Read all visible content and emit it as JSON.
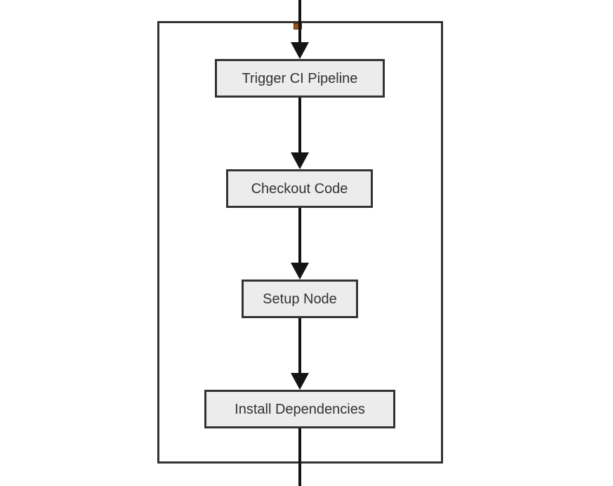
{
  "diagram": {
    "type": "flowchart",
    "direction": "top-down",
    "frame": {
      "description": "rectangular subgraph container enclosing all nodes",
      "border_color": "#333333"
    },
    "nodes": [
      {
        "id": "node-0",
        "label": "Trigger CI Pipeline"
      },
      {
        "id": "node-1",
        "label": "Checkout Code"
      },
      {
        "id": "node-2",
        "label": "Setup Node"
      },
      {
        "id": "node-3",
        "label": "Install Dependencies"
      }
    ],
    "edges": [
      {
        "from": "offscreen-top",
        "to": "Trigger CI Pipeline",
        "arrowhead": true,
        "crosses_frame": true
      },
      {
        "from": "Trigger CI Pipeline",
        "to": "Checkout Code",
        "arrowhead": true,
        "crosses_frame": false
      },
      {
        "from": "Checkout Code",
        "to": "Setup Node",
        "arrowhead": true,
        "crosses_frame": false
      },
      {
        "from": "Setup Node",
        "to": "Install Dependencies",
        "arrowhead": true,
        "crosses_frame": false
      },
      {
        "from": "Install Dependencies",
        "to": "offscreen-bottom",
        "arrowhead": false,
        "crosses_frame": true
      }
    ],
    "markers": [
      {
        "name": "edge-crossing-marker",
        "shape": "small-square",
        "color": "#96521d",
        "location": "where top edge crosses frame top border"
      }
    ],
    "colors": {
      "background": "#ffffff",
      "node_fill": "#ececec",
      "node_border": "#333333",
      "node_text": "#333333",
      "edge": "#141414",
      "frame_border": "#333333",
      "crossing_marker": "#96521d"
    }
  }
}
